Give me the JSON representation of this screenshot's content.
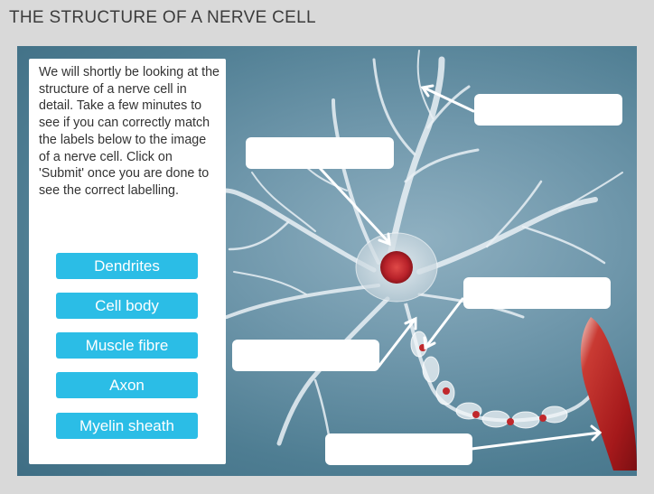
{
  "page": {
    "title": "THE STRUCTURE OF A NERVE CELL"
  },
  "instructions": {
    "text": "We will shortly be looking at the structure of a nerve cell in detail. Take a few minutes to see if you can correctly match the labels below to the image of a nerve cell. Click on 'Submit' once you are done to see the correct labelling."
  },
  "labels": [
    {
      "id": "dendrites",
      "text": "Dendrites"
    },
    {
      "id": "cell-body",
      "text": "Cell body"
    },
    {
      "id": "muscle-fibre",
      "text": "Muscle fibre"
    },
    {
      "id": "axon",
      "text": "Axon"
    },
    {
      "id": "myelin-sheath",
      "text": "Myelin sheath"
    }
  ],
  "drop_zones": [
    {
      "id": "drop-top-right",
      "value": ""
    },
    {
      "id": "drop-left-upper",
      "value": ""
    },
    {
      "id": "drop-right-middle",
      "value": ""
    },
    {
      "id": "drop-left-lower",
      "value": ""
    },
    {
      "id": "drop-bottom",
      "value": ""
    }
  ],
  "colors": {
    "background": "#d9d9d9",
    "label_button": "#2bbde6",
    "cell_nucleus": "#c0282c",
    "muscle": "#b8201f"
  }
}
